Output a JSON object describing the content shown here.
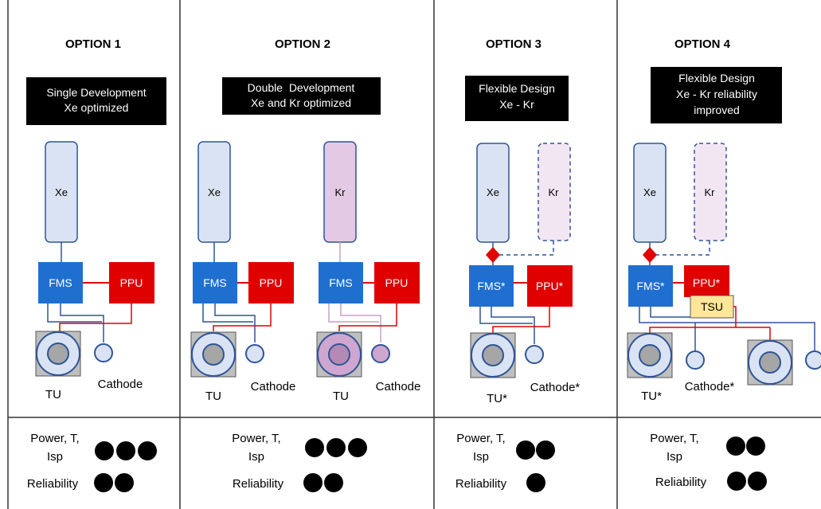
{
  "colors": {
    "border": "#333333",
    "tank_xe_fill": "#dae3f3",
    "tank_kr_fill": "#e3c9e3",
    "tank_stroke": "#2f5597",
    "fms": "#1f6fd1",
    "ppu": "#e00000",
    "tsu_fill": "#ffe699",
    "valve": "#e00000",
    "dot": "#000000"
  },
  "options": [
    {
      "title": "OPTION 1",
      "description": [
        "Single Development",
        "Xe optimized"
      ],
      "tanks": [
        "Xe"
      ],
      "fms": "FMS",
      "ppu": "PPU",
      "tu": "TU",
      "cathode": "Cathode",
      "metrics": {
        "performance_label": [
          "Power, T,",
          "Isp"
        ],
        "performance_score": 3,
        "reliability_label": "Reliability",
        "reliability_score": 2
      }
    },
    {
      "title": "OPTION 2",
      "description": [
        "Double  Development",
        "Xe and Kr optimized"
      ],
      "tanks": [
        "Xe",
        "Kr"
      ],
      "fms": "FMS",
      "ppu": "PPU",
      "tu": "TU",
      "cathode": "Cathode",
      "metrics": {
        "performance_label": [
          "Power, T,",
          "Isp"
        ],
        "performance_score": 3,
        "reliability_label": "Reliability",
        "reliability_score": 2
      }
    },
    {
      "title": "OPTION 3",
      "description": [
        "Flexible Design",
        "Xe - Kr"
      ],
      "tanks": [
        "Xe",
        "Kr"
      ],
      "fms": "FMS*",
      "ppu": "PPU*",
      "tu": "TU*",
      "cathode": "Cathode*",
      "metrics": {
        "performance_label": [
          "Power, T,",
          "Isp"
        ],
        "performance_score": 2,
        "reliability_label": "Reliability",
        "reliability_score": 1
      }
    },
    {
      "title": "OPTION 4",
      "description": [
        "Flexible Design",
        "Xe - Kr reliability",
        "improved"
      ],
      "tanks": [
        "Xe",
        "Kr"
      ],
      "fms": "FMS*",
      "ppu": "PPU*",
      "tsu": "TSU",
      "tu": "TU*",
      "cathode": "Cathode*",
      "metrics": {
        "performance_label": [
          "Power, T,",
          "Isp"
        ],
        "performance_score": 2,
        "reliability_label": "Reliability",
        "reliability_score": 2
      }
    }
  ]
}
